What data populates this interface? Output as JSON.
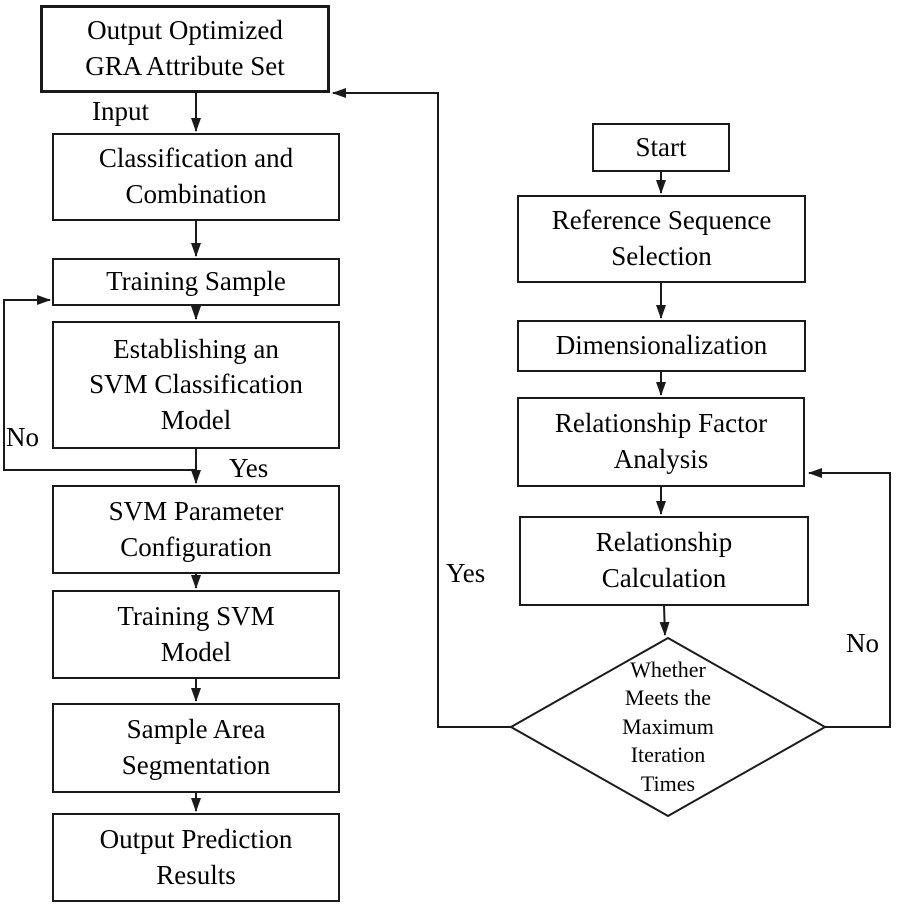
{
  "flowchart": {
    "colors": {
      "background": "#ffffff",
      "line": "#1a1a1a",
      "text": "#000000",
      "box_fill": "#ffffff"
    },
    "left_branch": {
      "nodes": [
        {
          "id": "output-gra-attribute-set",
          "label": "Output Optimized\nGRA Attribute Set"
        },
        {
          "id": "classification-and-combination",
          "label": "Classification and\nCombination"
        },
        {
          "id": "training-sample",
          "label": "Training Sample"
        },
        {
          "id": "establishing-svm-classification-model",
          "label": "Establishing an\nSVM Classification\nModel"
        },
        {
          "id": "svm-parameter-configuration",
          "label": "SVM Parameter\nConfiguration"
        },
        {
          "id": "training-svm-model",
          "label": "Training SVM\nModel"
        },
        {
          "id": "sample-area-segmentation",
          "label": "Sample Area\nSegmentation"
        },
        {
          "id": "output-prediction-results",
          "label": "Output Prediction\nResults"
        }
      ],
      "edge_labels": {
        "input": "Input",
        "no": "No",
        "yes": "Yes"
      }
    },
    "right_branch": {
      "nodes": [
        {
          "id": "start",
          "label": "Start"
        },
        {
          "id": "reference-sequence-selection",
          "label": "Reference Sequence\nSelection"
        },
        {
          "id": "dimensionalization",
          "label": "Dimensionalization"
        },
        {
          "id": "relationship-factor-analysis",
          "label": "Relationship Factor\nAnalysis"
        },
        {
          "id": "relationship-calculation",
          "label": "Relationship\nCalculation"
        },
        {
          "id": "max-iteration-decision",
          "label": "Whether\nMeets the\nMaximum\nIteration\nTimes",
          "shape": "diamond"
        }
      ],
      "edge_labels": {
        "yes": "Yes",
        "no": "No"
      }
    }
  }
}
